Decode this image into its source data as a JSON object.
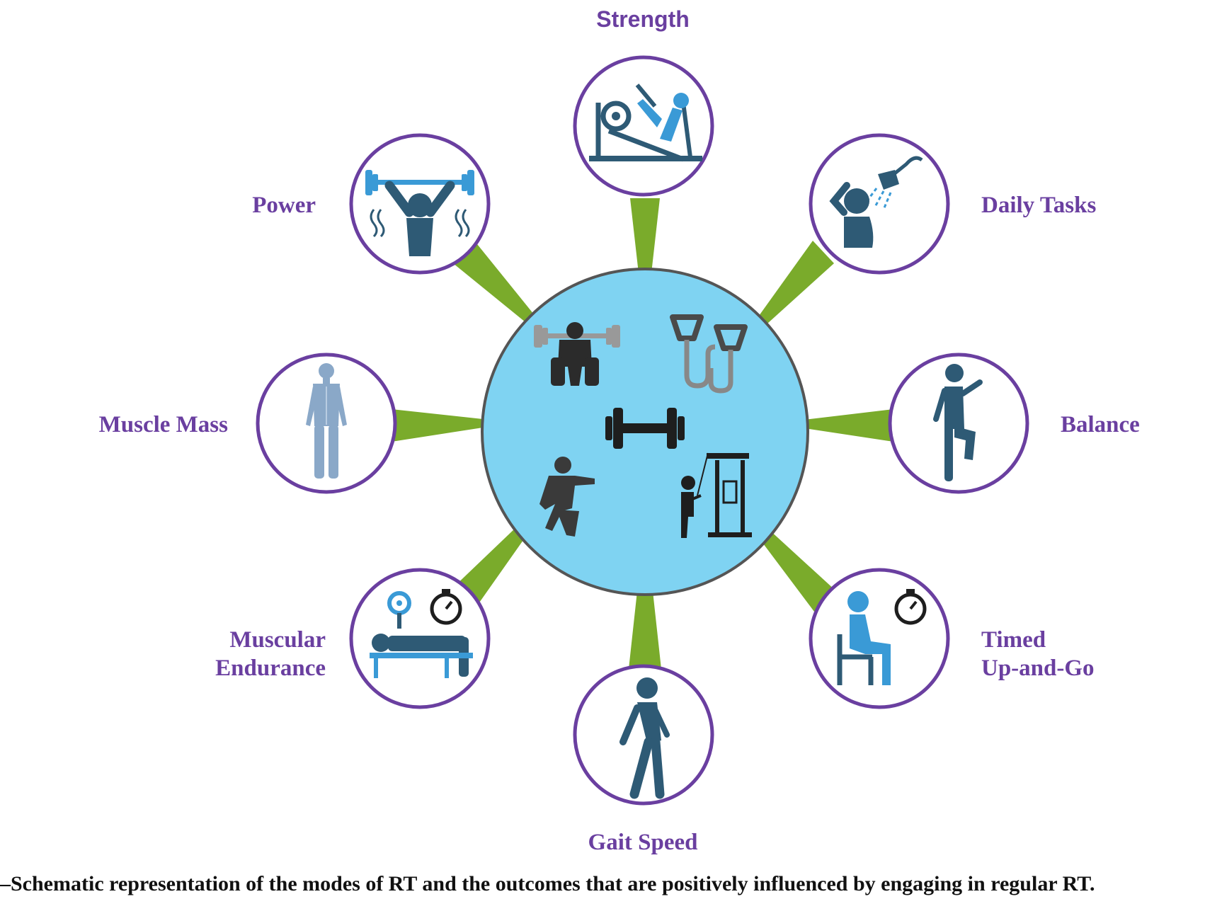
{
  "colors": {
    "label": "#6a3fa0",
    "node_ring": "#6a3fa0",
    "connector": "#7aab2b",
    "hub_fill": "#7fd3f2",
    "hub_stroke": "#555555",
    "icon_dark": "#2e5a75",
    "icon_light": "#3a9ad6",
    "icon_black": "#2b2b2b"
  },
  "hub": {
    "name": "modes-of-rt",
    "icons": [
      "barbell-squat-icon",
      "resistance-band-icon",
      "dumbbell-icon",
      "bodyweight-squat-icon",
      "cable-machine-icon"
    ]
  },
  "outcomes": [
    {
      "id": "strength",
      "label": "Strength",
      "icon": "leg-press-icon"
    },
    {
      "id": "daily-tasks",
      "label": "Daily Tasks",
      "icon": "shower-icon"
    },
    {
      "id": "balance",
      "label": "Balance",
      "icon": "single-leg-stand-icon"
    },
    {
      "id": "timed-up-and-go",
      "label_lines": [
        "Timed",
        "Up-and-Go"
      ],
      "icon": "chair-stopwatch-icon"
    },
    {
      "id": "gait-speed",
      "label": "Gait Speed",
      "icon": "walking-person-icon"
    },
    {
      "id": "muscular-endurance",
      "label_lines": [
        "Muscular",
        "Endurance"
      ],
      "icon": "bench-press-stopwatch-icon"
    },
    {
      "id": "muscle-mass",
      "label": "Muscle Mass",
      "icon": "human-anatomy-icon"
    },
    {
      "id": "power",
      "label": "Power",
      "icon": "overhead-lift-icon"
    }
  ],
  "caption": "–Schematic representation of the modes of RT and the outcomes that are positively influenced by engaging in regular RT."
}
